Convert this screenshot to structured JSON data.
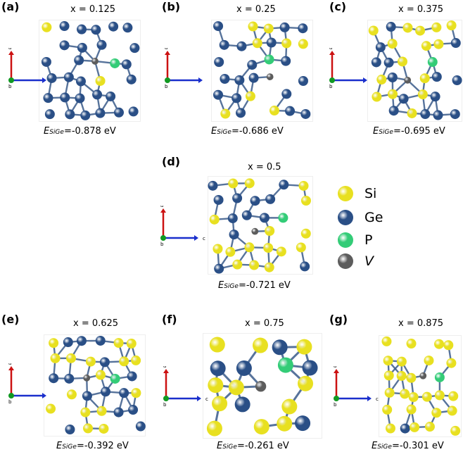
{
  "panels": [
    {
      "label": "(a)",
      "x_text": "x = 0.125",
      "energy_prefix": "E",
      "energy_sub": "SiGe",
      "energy_value": "=-0.878 eV"
    },
    {
      "label": "(b)",
      "x_text": "x = 0.25",
      "energy_prefix": "E",
      "energy_sub": "SiGe",
      "energy_value": "=-0.686 eV"
    },
    {
      "label": "(c)",
      "x_text": "x = 0.375",
      "energy_prefix": "E",
      "energy_sub": "SiGe",
      "energy_value": "=-0.695 eV"
    },
    {
      "label": "(d)",
      "x_text": "x = 0.5",
      "energy_prefix": "E",
      "energy_sub": "SiGe",
      "energy_value": "=-0.721 eV"
    },
    {
      "label": "(e)",
      "x_text": "x = 0.625",
      "energy_prefix": "E",
      "energy_sub": "SiGe",
      "energy_value": "=-0.392 eV"
    },
    {
      "label": "(f)",
      "x_text": "x = 0.75",
      "energy_prefix": "E",
      "energy_sub": "SiGe",
      "energy_value": "=-0.261 eV"
    },
    {
      "label": "(g)",
      "x_text": "x = 0.875",
      "energy_prefix": "E",
      "energy_sub": "SiGe",
      "energy_value": "=-0.301 eV"
    }
  ],
  "axes_labels": {
    "a": "a",
    "b": "b",
    "c": "c"
  },
  "legend": [
    {
      "label": "Si",
      "color": "#e8e020",
      "icon": "si-atom-icon"
    },
    {
      "label": "Ge",
      "color": "#2a4f86",
      "icon": "ge-atom-icon"
    },
    {
      "label": "P",
      "color": "#33cc77",
      "icon": "p-atom-icon"
    },
    {
      "label": "V",
      "color": "#6a6a6a",
      "icon": "vacancy-icon"
    }
  ],
  "colors": {
    "si": "#e8e020",
    "ge": "#2a4f86",
    "p": "#33cc77",
    "v": "#5c5c5c",
    "axis_a": "#cc1111",
    "axis_c": "#1a2fcc",
    "axis_b": "#119922"
  }
}
